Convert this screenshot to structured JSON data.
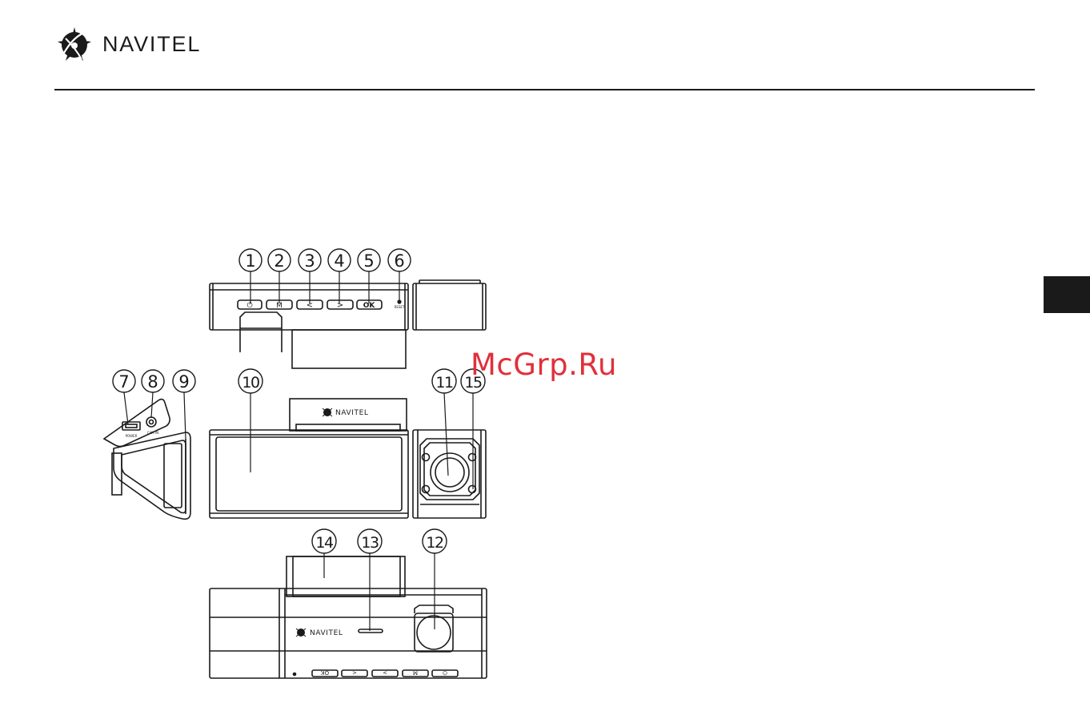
{
  "brand": {
    "name": "NAVITEL"
  },
  "watermark": {
    "text": "McGrp.Ru"
  },
  "callouts": [
    "1",
    "2",
    "3",
    "4",
    "5",
    "6",
    "7",
    "8",
    "9",
    "10",
    "11",
    "15",
    "14",
    "13",
    "12"
  ],
  "buttons_top": {
    "power": "⏻",
    "menu": "M",
    "prev": "<",
    "next": ">",
    "ok": "OK",
    "reset": "RESET"
  },
  "buttons_bottom": {
    "ok": "OK",
    "prev": "<",
    "next": ">",
    "menu": "M",
    "power": "⏻"
  },
  "side_ports": {
    "power": "POWER",
    "cam_in": "CAM IN"
  },
  "device_logo": {
    "front": "NAVITEL",
    "bottom": "NAVITEL"
  },
  "colors": {
    "ink": "#1a1a1a",
    "watermark": "#e0303a",
    "tab": "#1a1a1a"
  }
}
